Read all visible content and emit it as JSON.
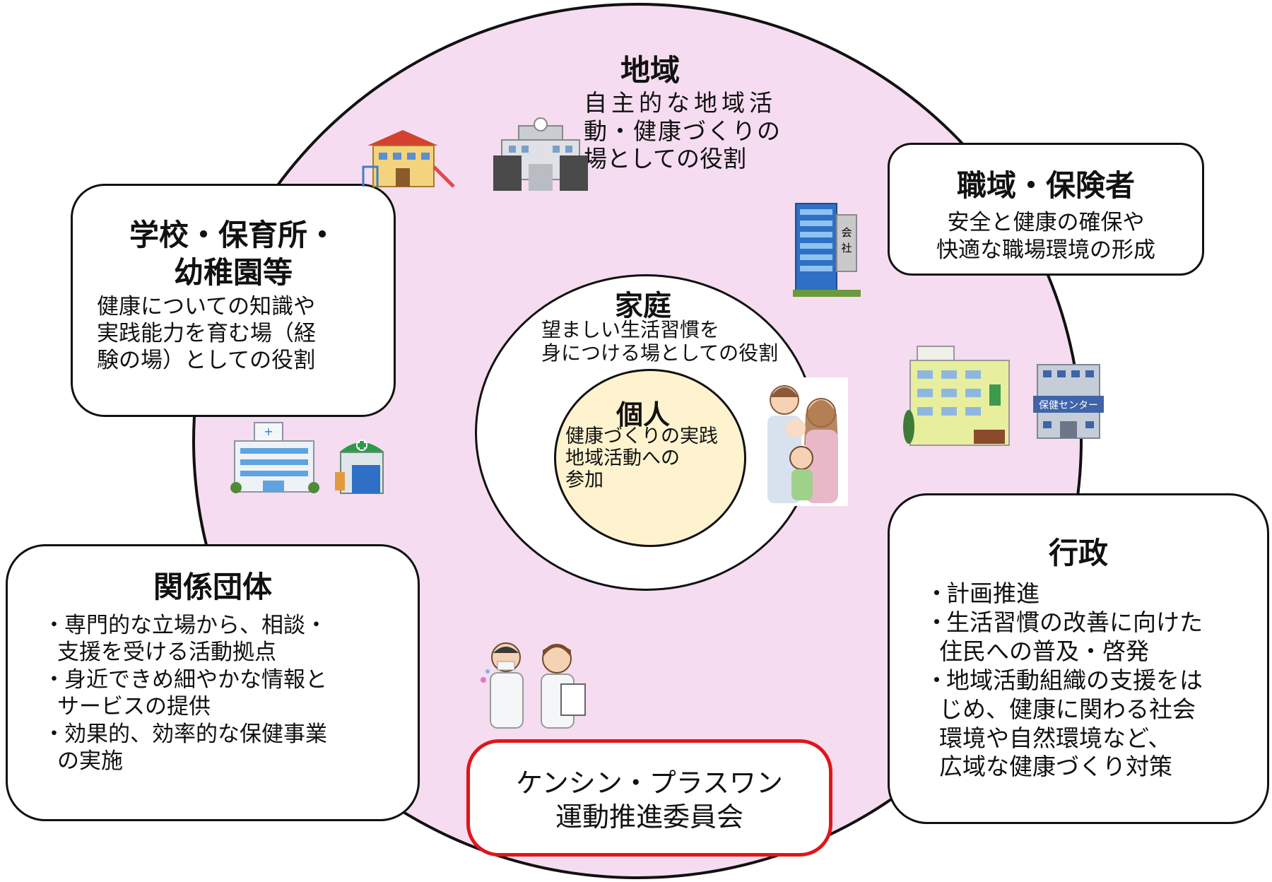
{
  "chiiki": {
    "title": "地域",
    "desc_lines": [
      "自主的な地域活",
      "動・健康づくりの",
      "場としての役割"
    ]
  },
  "school": {
    "title_lines": [
      "学校・保育所・",
      "幼稚園等"
    ],
    "desc_lines": [
      "健康についての知識や",
      "実践能力を育む場（経",
      "験の場）としての役割"
    ]
  },
  "workplace": {
    "title": "職域・保険者",
    "desc_lines": [
      "安全と健康の確保や",
      "快適な職場環境の形成"
    ]
  },
  "family": {
    "title": "家庭",
    "desc_lines": [
      "望ましい生活習慣を",
      "身につける場としての役割"
    ]
  },
  "individual": {
    "title": "個人",
    "desc_lines": [
      "健康づくりの実践",
      "地域活動への",
      "参加"
    ]
  },
  "organizations": {
    "title": "関係団体",
    "items": [
      [
        "専門的な立場から、相談・",
        "支援を受ける活動拠点"
      ],
      [
        "身近できめ細やかな情報と",
        "サービスの提供"
      ],
      [
        "効果的、効率的な保健事業",
        "の実施"
      ]
    ]
  },
  "administration": {
    "title": "行政",
    "items": [
      [
        "計画推進"
      ],
      [
        "生活習慣の改善に向けた",
        "住民への普及・啓発"
      ],
      [
        "地域活動組織の支援をは",
        "じめ、健康に関わる社会",
        "環境や自然環境など、",
        "広域な健康づくり対策"
      ]
    ]
  },
  "committee": {
    "lines": [
      "ケンシン・プラスワン",
      "運動推進委員会"
    ],
    "border_color": "#e0151b"
  },
  "illustrations": {
    "company_sign": "会社",
    "health_center_sign": "保健センター"
  },
  "colors": {
    "outer_fill": "#f5dcf0",
    "individual_fill": "#fff3cf"
  }
}
